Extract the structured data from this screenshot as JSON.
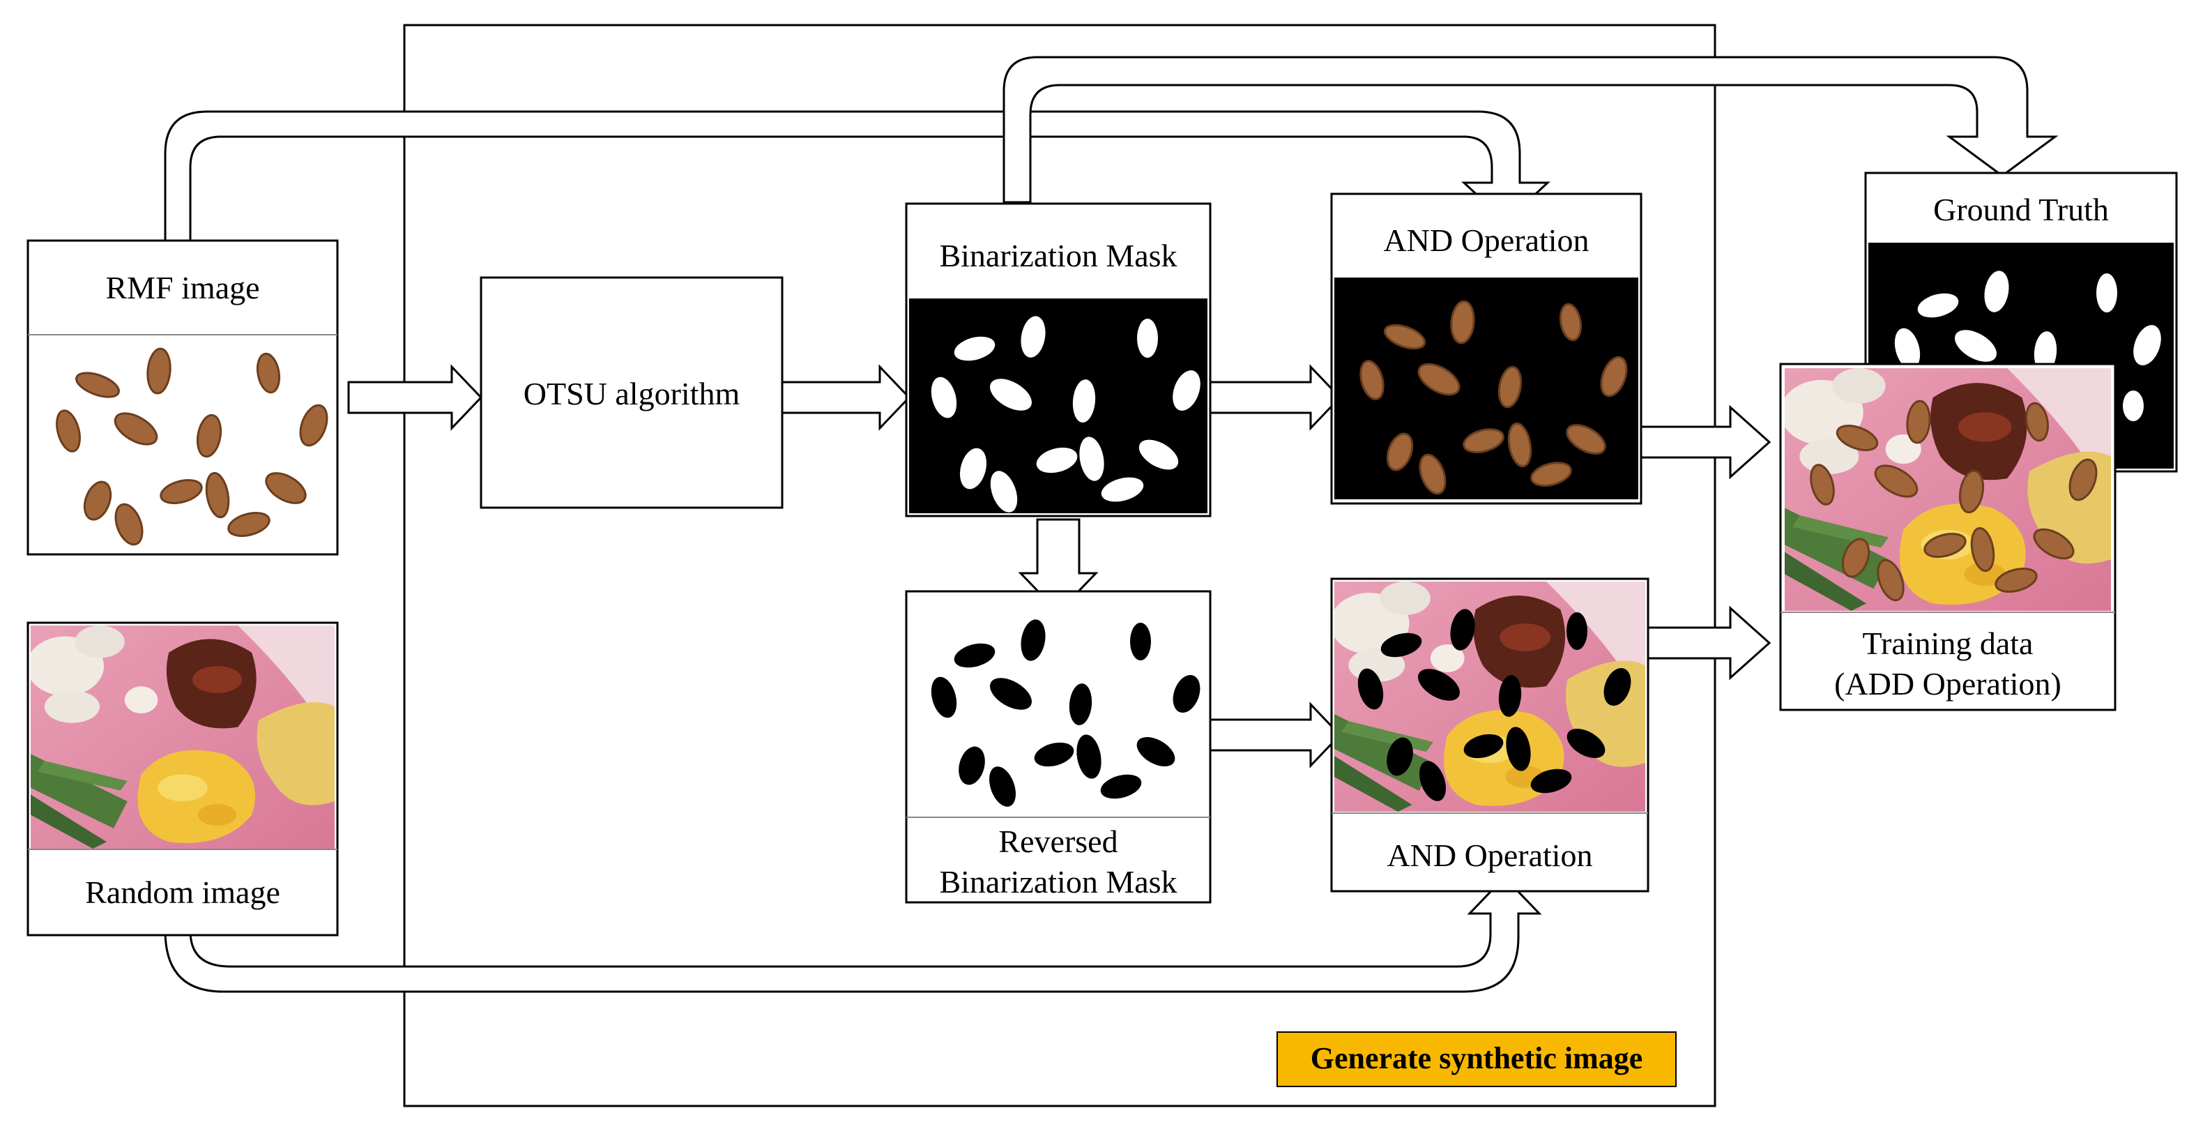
{
  "diagram": {
    "nodes": {
      "rmf_image": "RMF image",
      "random_image": "Random image",
      "otsu": "OTSU algorithm",
      "binarization_mask": "Binarization Mask",
      "reversed_mask_line1": "Reversed",
      "reversed_mask_line2": "Binarization Mask",
      "and_operation_top": "AND Operation",
      "and_operation_bottom": "AND Operation",
      "ground_truth": "Ground Truth",
      "training_data_line1": "Training data",
      "training_data_line2": "(ADD Operation)"
    },
    "group_label": "Generate synthetic image",
    "colors": {
      "group_label_bg": "#F9B800",
      "almond": "#A0663A",
      "almond_dark": "#6B3E1E",
      "plate_pink": "#E58EA8",
      "food_yellow": "#F2C33A",
      "green_bean": "#4E7A3A",
      "meat": "#5A2418"
    }
  }
}
